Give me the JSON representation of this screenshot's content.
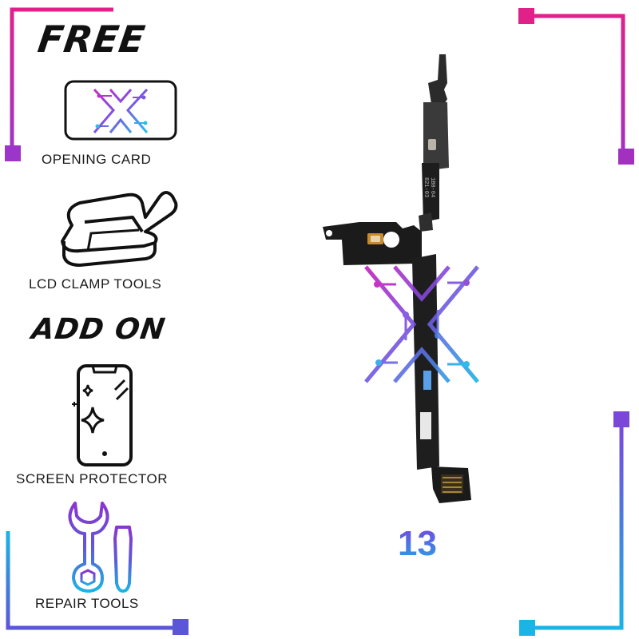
{
  "promo": {
    "free_heading": "FREE",
    "addon_heading": "ADD ON",
    "items": [
      {
        "label": "OPENING CARD",
        "icon": "opening-card-icon"
      },
      {
        "label": "LCD CLAMP TOOLS",
        "icon": "clamp-icon"
      },
      {
        "label": "SCREEN PROTECTOR",
        "icon": "phone-screen-icon"
      },
      {
        "label": "REPAIR TOOLS",
        "icon": "wrench-screwdriver-icon"
      }
    ]
  },
  "product": {
    "model": "13",
    "image": "flex-cable-image",
    "printed_code": [
      "821-03",
      "1B0-04"
    ]
  },
  "colors": {
    "magenta": "#e0218a",
    "purple": "#8e3bbf",
    "blue": "#6a4fd6",
    "cyan": "#1bb4e6"
  }
}
